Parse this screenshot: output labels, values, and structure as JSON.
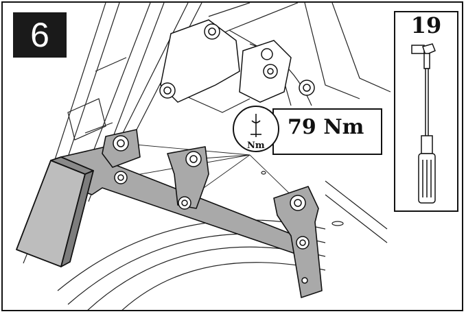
{
  "step": {
    "number": "6"
  },
  "tool": {
    "size": "19",
    "type": "socket-wrench-icon"
  },
  "torque": {
    "value": "79 Nm",
    "unit_symbol": "Nm",
    "icon": "torque-wrench-icon"
  },
  "colors": {
    "bracket_fill": "#a9a9a9",
    "line": "#111111",
    "badge": "#1a1a1a"
  }
}
